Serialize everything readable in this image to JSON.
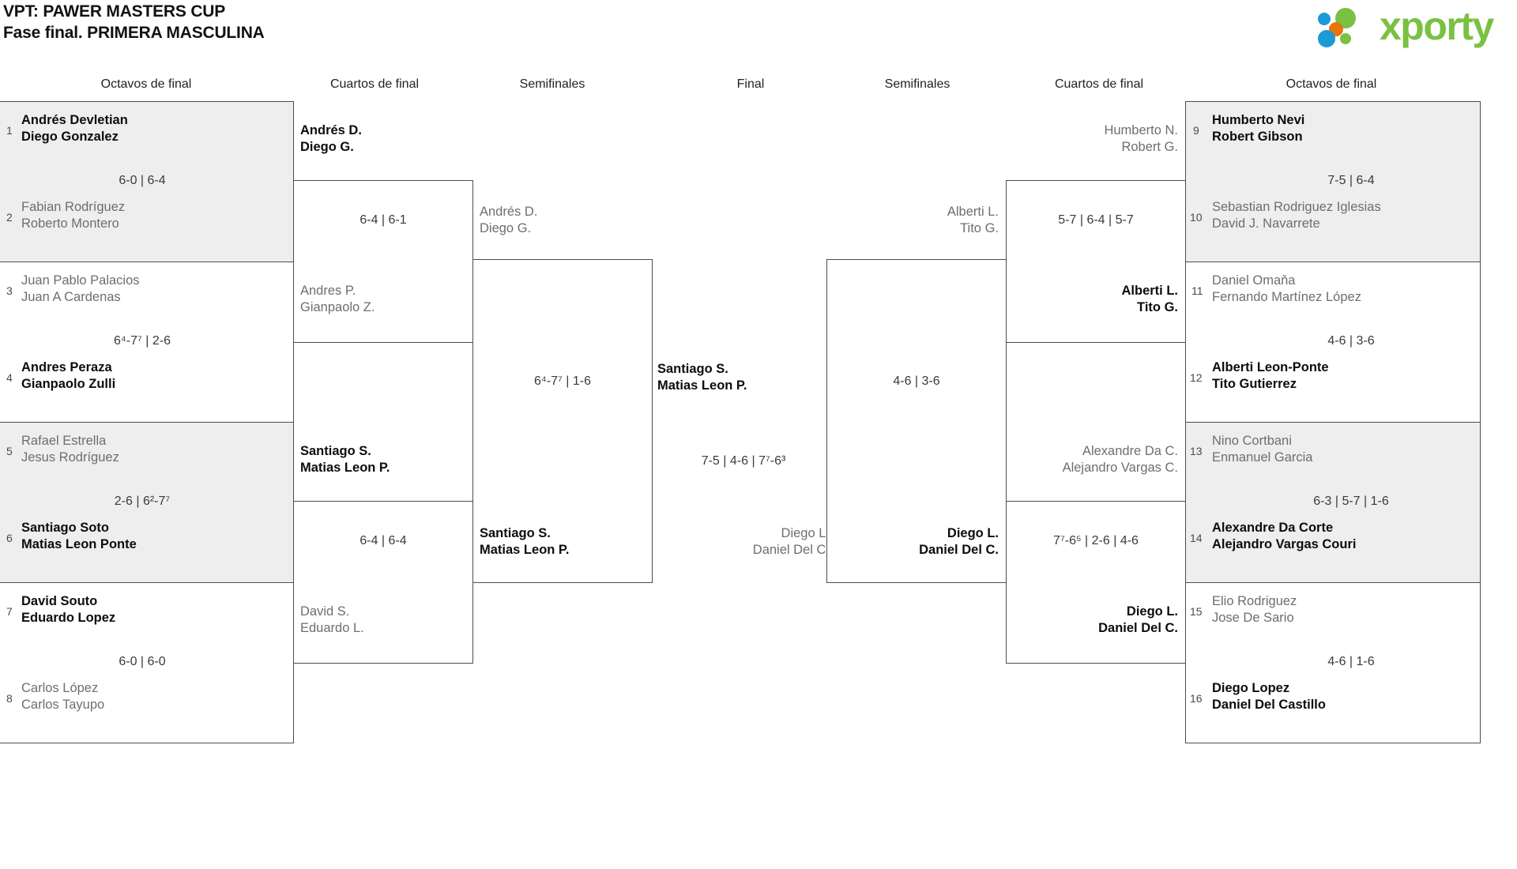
{
  "header": {
    "title_line1": "VPT: PAWER MASTERS CUP",
    "title_line2": "Fase final. PRIMERA MASCULINA",
    "logo_text": "xporty",
    "logo_colors": {
      "blue": "#1b9ad6",
      "orange": "#e8740c",
      "green": "#7ac142"
    }
  },
  "round_headers": {
    "l_r16": "Octavos de final",
    "l_qf": "Cuartos de final",
    "l_sf": "Semifinales",
    "final": "Final",
    "r_sf": "Semifinales",
    "r_qf": "Cuartos de final",
    "r_r16": "Octavos de final"
  },
  "bracket": {
    "left_r16": [
      {
        "seed_a": "1",
        "a1": "Andrés Devletian",
        "a2": "Diego Gonzalez",
        "a_win": true,
        "seed_b": "2",
        "b1": "Fabian Rodríguez",
        "b2": "Roberto Montero",
        "b_win": false,
        "score": "6-0 | 6-4",
        "shaded": true
      },
      {
        "seed_a": "3",
        "a1": "Juan Pablo Palacios",
        "a2": "Juan A Cardenas",
        "a_win": false,
        "seed_b": "4",
        "b1": "Andres Peraza",
        "b2": "Gianpaolo Zulli",
        "b_win": true,
        "score": "6⁴-7⁷ | 2-6",
        "shaded": false
      },
      {
        "seed_a": "5",
        "a1": "Rafael Estrella",
        "a2": "Jesus Rodríguez",
        "a_win": false,
        "seed_b": "6",
        "b1": "Santiago Soto",
        "b2": "Matias Leon Ponte",
        "b_win": true,
        "score": "2-6 | 6²-7⁷",
        "shaded": true
      },
      {
        "seed_a": "7",
        "a1": "David Souto",
        "a2": "Eduardo Lopez",
        "a_win": true,
        "seed_b": "8",
        "b1": "Carlos López",
        "b2": "Carlos Tayupo",
        "b_win": false,
        "score": "6-0 | 6-0",
        "shaded": false
      }
    ],
    "left_qf": [
      {
        "a1": "Andrés D.",
        "a2": "Diego G.",
        "a_win": true,
        "b1": "Andres P.",
        "b2": "Gianpaolo Z.",
        "b_win": false,
        "score": "6-4 | 6-1"
      },
      {
        "a1": "Santiago S.",
        "a2": "Matias Leon P.",
        "a_win": true,
        "b1": "David S.",
        "b2": "Eduardo L.",
        "b_win": false,
        "score": "6-4 | 6-4"
      }
    ],
    "left_sf": [
      {
        "a1": "Andrés D.",
        "a2": "Diego G.",
        "a_win": false,
        "b1": "Santiago S.",
        "b2": "Matias Leon P.",
        "b_win": true,
        "score": "6⁴-7⁷ | 1-6"
      }
    ],
    "final": {
      "a1": "Santiago S.",
      "a2": "Matias Leon P.",
      "a_win": true,
      "b1": "Diego L.",
      "b2": "Daniel Del C.",
      "b_win": false,
      "score": "7-5 | 4-6 | 7⁷-6³"
    },
    "right_sf": [
      {
        "a1": "Alberti L.",
        "a2": "Tito G.",
        "a_win": false,
        "b1": "Diego L.",
        "b2": "Daniel Del C.",
        "b_win": true,
        "score": "4-6 | 3-6"
      }
    ],
    "right_qf": [
      {
        "a1": "Humberto N.",
        "a2": "Robert G.",
        "a_win": false,
        "b1": "Alberti L.",
        "b2": "Tito G.",
        "b_win": true,
        "score": "5-7 | 6-4 | 5-7"
      },
      {
        "a1": "Alexandre Da C.",
        "a2": "Alejandro Vargas C.",
        "a_win": false,
        "b1": "Diego L.",
        "b2": "Daniel Del C.",
        "b_win": true,
        "score": "7⁷-6⁵ | 2-6 | 4-6"
      }
    ],
    "right_r16": [
      {
        "seed_a": "9",
        "a1": "Humberto Nevi",
        "a2": "Robert Gibson",
        "a_win": true,
        "seed_b": "10",
        "b1": "Sebastian Rodriguez Iglesias",
        "b2": "David J. Navarrete",
        "b_win": false,
        "score": "7-5 | 6-4",
        "shaded": true
      },
      {
        "seed_a": "11",
        "a1": "Daniel Omaňa",
        "a2": "Fernando Martínez López",
        "a_win": false,
        "seed_b": "12",
        "b1": "Alberti Leon-Ponte",
        "b2": "Tito Gutierrez",
        "b_win": true,
        "score": "4-6 | 3-6",
        "shaded": false
      },
      {
        "seed_a": "13",
        "a1": "Nino Cortbani",
        "a2": "Enmanuel Garcia",
        "a_win": false,
        "seed_b": "14",
        "b1": "Alexandre Da Corte",
        "b2": "Alejandro Vargas Couri",
        "b_win": true,
        "score": "6-3 | 5-7 | 1-6",
        "shaded": true
      },
      {
        "seed_a": "15",
        "a1": "Elio Rodriguez",
        "a2": "Jose De Sario",
        "a_win": false,
        "seed_b": "16",
        "b1": "Diego Lopez",
        "b2": "Daniel Del Castillo",
        "b_win": true,
        "score": "4-6 | 1-6",
        "shaded": false
      }
    ]
  }
}
